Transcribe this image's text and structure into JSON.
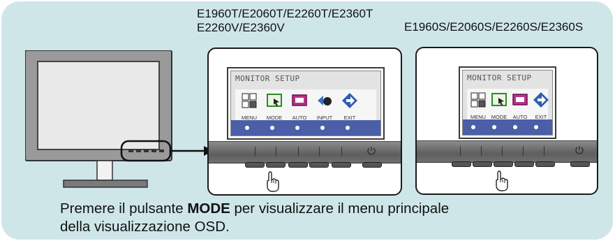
{
  "models": {
    "left_line1": "E1960T/E2060T/E2260T/E2360T",
    "left_line2": "E2260V/E2360V",
    "right": "E1960S/E2060S/E2260S/E2360S"
  },
  "osd": {
    "title": "MONITOR SETUP",
    "left_items": [
      "MENU",
      "MODE",
      "AUTO",
      "INPUT",
      "EXIT"
    ],
    "right_items": [
      "MENU",
      "MODE",
      "AUTO",
      "EXIT"
    ]
  },
  "caption": {
    "part1": "Premere il pulsante ",
    "bold": "MODE",
    "part2": " per visualizzare il menu principale",
    "line2": "della visualizzazione OSD."
  },
  "colors": {
    "panel": "#cfe6e9",
    "osd_bar": "#4b5fa8",
    "bezel": "#6f6f6f"
  }
}
